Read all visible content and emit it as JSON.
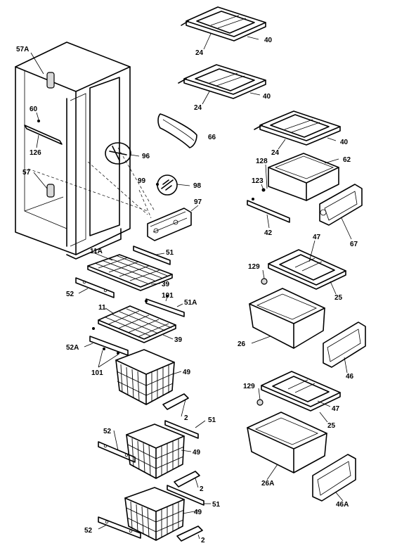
{
  "labels": {
    "p57a": "57A",
    "p60": "60",
    "p126": "126",
    "p57": "57",
    "p96": "96",
    "p66": "66",
    "p99": "99",
    "p98": "98",
    "p97": "97",
    "p24a": "24",
    "p40a": "40",
    "p24b": "24",
    "p40b": "40",
    "p24c": "24",
    "p40c": "40",
    "p128": "128",
    "p62": "62",
    "p123": "123",
    "p42": "42",
    "p67": "67",
    "p11a": "11A",
    "p51a": "51",
    "p39a": "39",
    "p52a": "52",
    "p101a": "101",
    "p51A": "51A",
    "p11": "11",
    "p39b": "39",
    "p52A": "52A",
    "p101b": "101",
    "p49a": "49",
    "p2a": "2",
    "p51b": "51",
    "p52b": "52",
    "p49b": "49",
    "p2b": "2",
    "p51c": "51",
    "p49c": "49",
    "p52c": "52",
    "p2c": "2",
    "p47a": "47",
    "p129a": "129",
    "p25a": "25",
    "p26": "26",
    "p46": "46",
    "p129b": "129",
    "p47b": "47",
    "p25b": "25",
    "p26A": "26A",
    "p46A": "46A"
  }
}
